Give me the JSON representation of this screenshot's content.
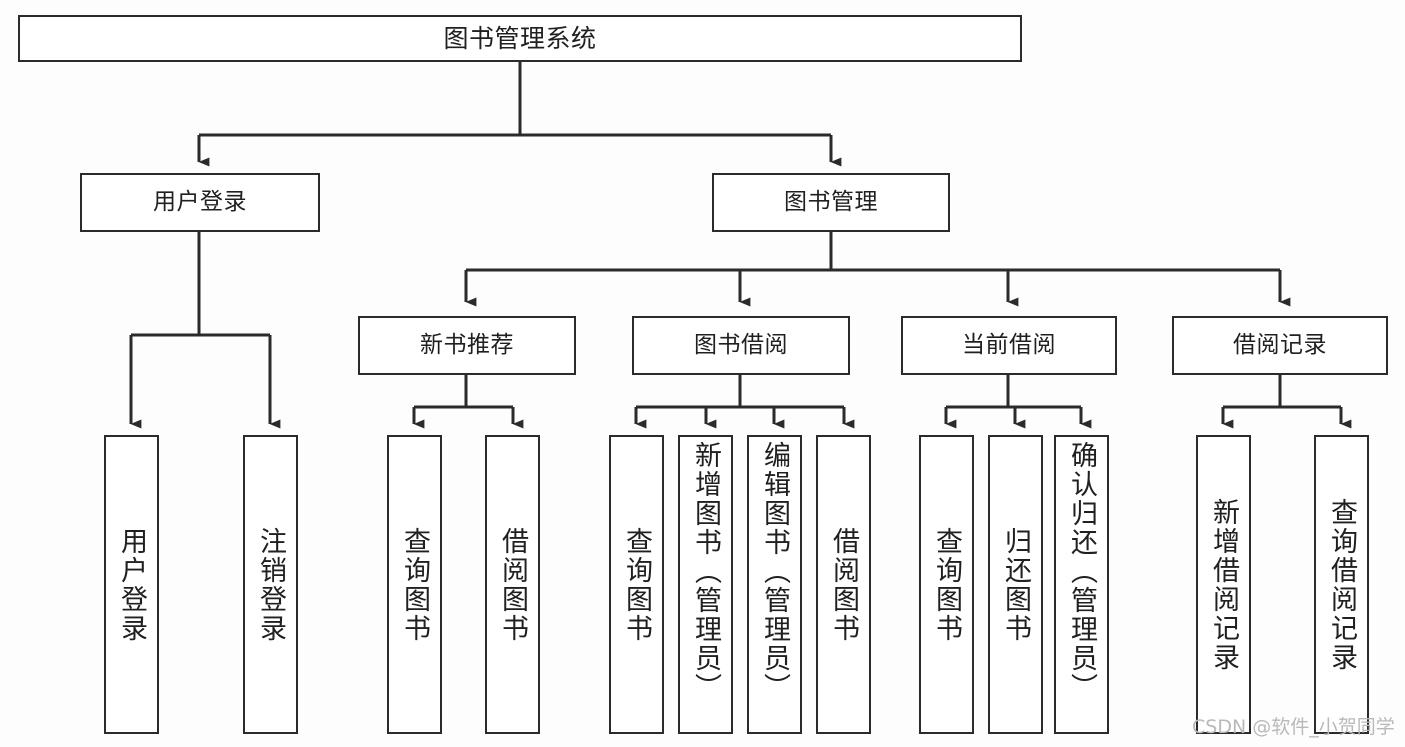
{
  "diagram": {
    "title": "图书管理系统",
    "type": "tree-hierarchy",
    "watermark": "CSDN @软件_小贺同学",
    "colors": {
      "background": "#fdfdfd",
      "box_border": "#2b2b2b",
      "box_fill": "#ffffff",
      "text": "#202020",
      "connector": "#2b2b2b",
      "watermark": "#b9b9b9"
    },
    "root": {
      "label": "图书管理系统"
    },
    "level2": [
      {
        "label": "用户登录"
      },
      {
        "label": "图书管理"
      }
    ],
    "level3": [
      {
        "label": "新书推荐"
      },
      {
        "label": "图书借阅"
      },
      {
        "label": "当前借阅"
      },
      {
        "label": "借阅记录"
      }
    ],
    "leaves": {
      "user_login": [
        {
          "label": "用户登录"
        },
        {
          "label": "注销登录"
        }
      ],
      "new_book_recommend": [
        {
          "label": "查询图书"
        },
        {
          "label": "借阅图书"
        }
      ],
      "book_borrow": [
        {
          "label": "查询图书"
        },
        {
          "label": "新增图书（管理员）"
        },
        {
          "label": "编辑图书（管理员）"
        },
        {
          "label": "借阅图书"
        }
      ],
      "current_borrow": [
        {
          "label": "查询图书"
        },
        {
          "label": "归还图书"
        },
        {
          "label": "确认归还（管理员）"
        }
      ],
      "borrow_record": [
        {
          "label": "新增借阅记录"
        },
        {
          "label": "查询借阅记录"
        }
      ]
    }
  }
}
